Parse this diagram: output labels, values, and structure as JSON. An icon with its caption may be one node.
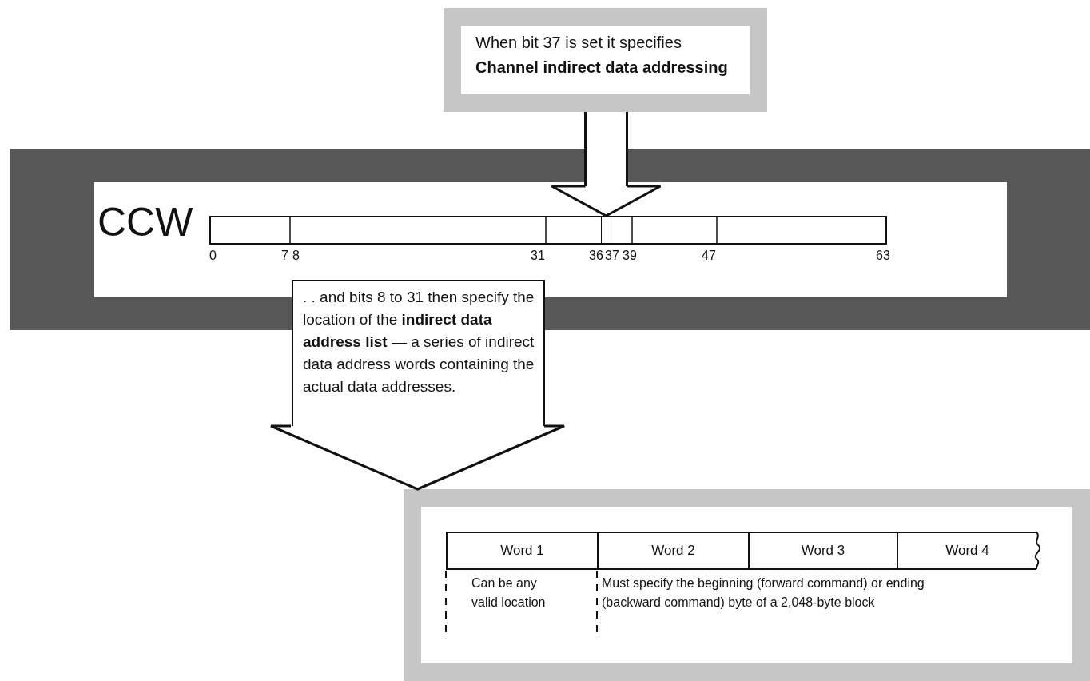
{
  "diagram": {
    "nodes": [
      {
        "text": [
          "When bit 37 is set it specifies **Channel indirect data addressing**"
        ]
      },
      {
        "text": [],
        "shape": "box"
      },
      {
        "text": [
          "CCW"
        ],
        "in": 1
      },
      {
        "text": [],
        "shape": "box",
        "in": 2
      },
      {
        "text": [
          ". . and bits 8 to 31 then specify the location of the **indirect data address list** — a series of indirect data address words containing the actual data addresses."
        ]
      },
      {
        "text": [],
        "shape": "box"
      },
      {
        "text": [
          "Word 1"
        ],
        "in": 5
      },
      {
        "text": [
          "Word 2"
        ],
        "in": 5
      },
      {
        "text": [
          "Word 3"
        ],
        "in": 5
      },
      {
        "text": [
          "Word 4"
        ],
        "in": 5
      }
    ],
    "edges": [
      {
        "from": 0,
        "to": 3,
        "arrow": "to"
      },
      {
        "from": 4,
        "to": 5,
        "arrow": "to"
      }
    ],
    "labels": [
      "0",
      "7",
      "8",
      "31",
      "36",
      "37",
      "39",
      "47",
      "63",
      "Can be any valid location",
      "Must specify the beginning (forward command) or ending (backward command) byte of a 2,048-byte block"
    ]
  }
}
